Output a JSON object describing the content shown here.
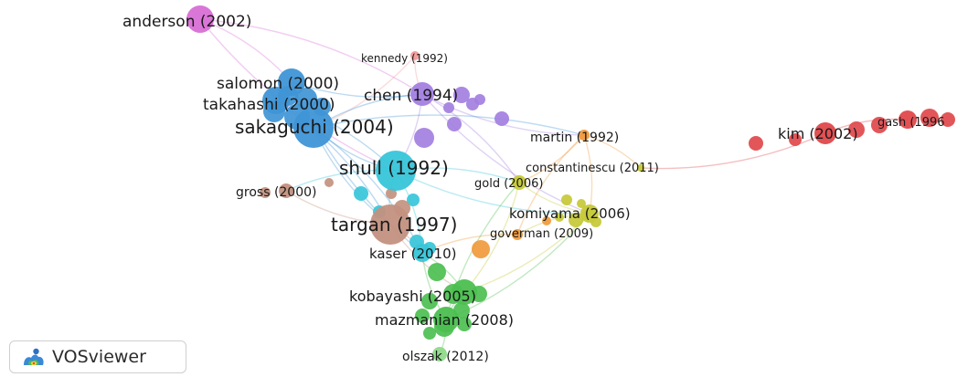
{
  "app": {
    "name": "VOSviewer"
  },
  "colors": {
    "pink": "#d86fd6",
    "blue": "#3f95d6",
    "purple": "#a37fe0",
    "cyan": "#37c5d9",
    "brown": "#c3917f",
    "red": "#e0484b",
    "orange": "#f09a3c",
    "yellow": "#c6c935",
    "green": "#4cbf50",
    "lightgreen": "#8fd98a",
    "salmon": "#f29a9a"
  },
  "nodes": [
    {
      "id": "anderson",
      "label": "anderson (2002)",
      "color": "pink",
      "size": "large"
    },
    {
      "id": "kennedy",
      "label": "kennedy (1992)",
      "color": "salmon",
      "size": "small"
    },
    {
      "id": "salomon",
      "label": "salomon (2000)",
      "color": "blue",
      "size": "large"
    },
    {
      "id": "takahashi",
      "label": "takahashi (2000)",
      "color": "blue",
      "size": "large"
    },
    {
      "id": "chen",
      "label": "chen (1994)",
      "color": "purple",
      "size": "large"
    },
    {
      "id": "sakaguchi",
      "label": "sakaguchi (2004)",
      "color": "blue",
      "size": "xlarge"
    },
    {
      "id": "martin",
      "label": "martin (1992)",
      "color": "orange",
      "size": "small"
    },
    {
      "id": "kim",
      "label": "kim (2002)",
      "color": "red",
      "size": "large"
    },
    {
      "id": "gash",
      "label": "gash (1996",
      "color": "red",
      "size": "medium"
    },
    {
      "id": "shull",
      "label": "shull (1992)",
      "color": "cyan",
      "size": "xlarge"
    },
    {
      "id": "constantinescu",
      "label": "constantinescu (2011)",
      "color": "yellow",
      "size": "small"
    },
    {
      "id": "gross",
      "label": "gross (2000)",
      "color": "brown",
      "size": "small"
    },
    {
      "id": "gold",
      "label": "gold (2006)",
      "color": "yellow",
      "size": "small"
    },
    {
      "id": "targan",
      "label": "targan (1997)",
      "color": "brown",
      "size": "xlarge"
    },
    {
      "id": "komiyama",
      "label": "komiyama (2006)",
      "color": "yellow",
      "size": "medium"
    },
    {
      "id": "goverman",
      "label": "goverman (2009)",
      "color": "orange",
      "size": "small"
    },
    {
      "id": "kaser",
      "label": "kaser (2010)",
      "color": "cyan",
      "size": "medium"
    },
    {
      "id": "kobayashi",
      "label": "kobayashi (2005)",
      "color": "green",
      "size": "large"
    },
    {
      "id": "mazmanian",
      "label": "mazmanian (2008)",
      "color": "green",
      "size": "large"
    },
    {
      "id": "olszak",
      "label": "olszak (2012)",
      "color": "lightgreen",
      "size": "small"
    }
  ]
}
